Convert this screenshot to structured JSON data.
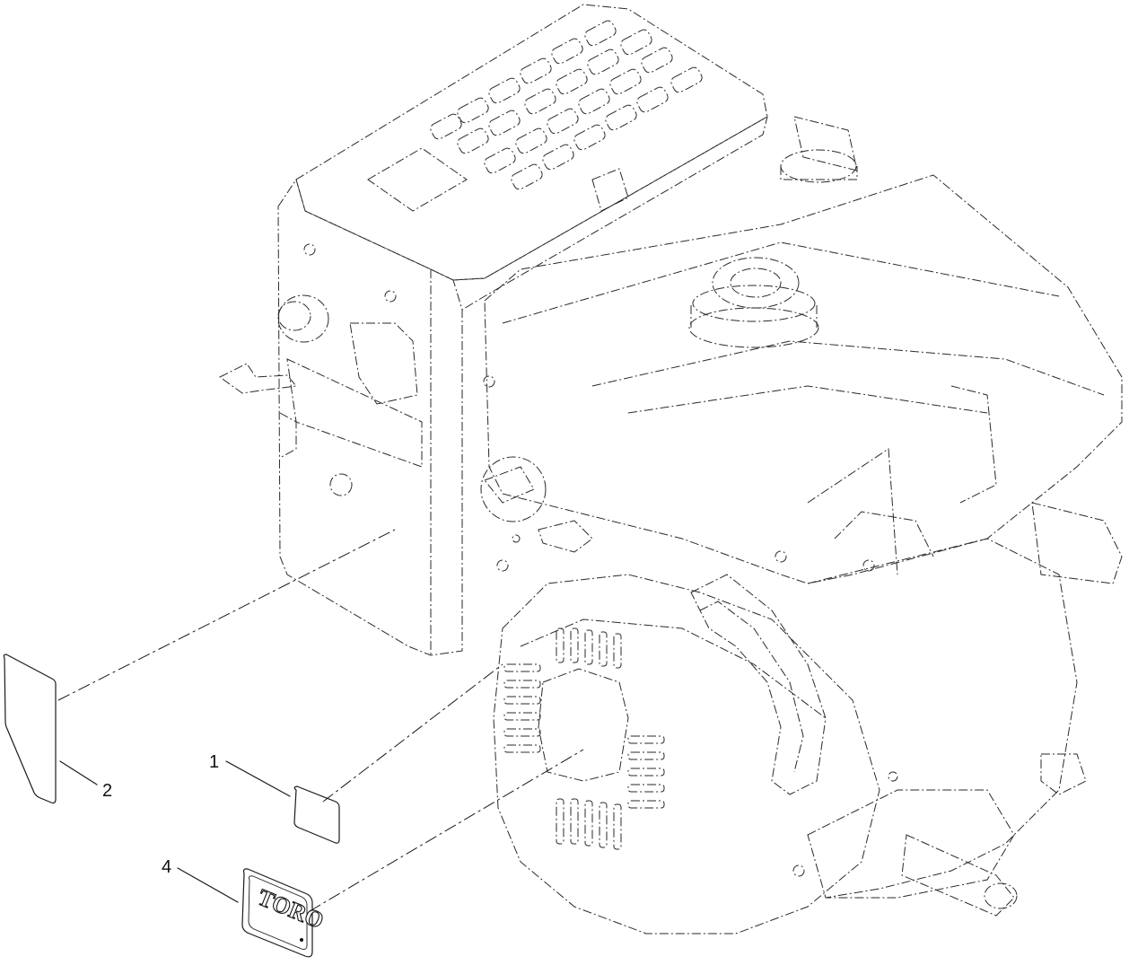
{
  "callouts": [
    {
      "number": "1",
      "part": "decal-rectangular"
    },
    {
      "number": "2",
      "part": "decal-side-panel"
    },
    {
      "number": "4",
      "part": "decal-toro-logo"
    }
  ],
  "logo_text": "TORO",
  "colors": {
    "line": "#1a1a1a",
    "background": "#ffffff"
  }
}
